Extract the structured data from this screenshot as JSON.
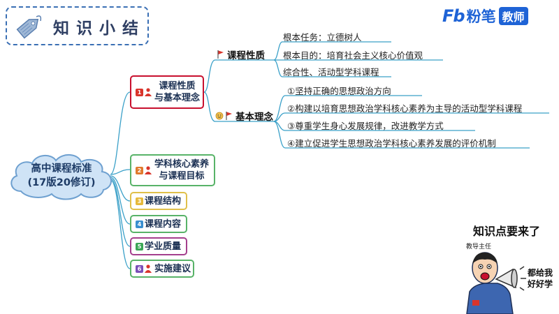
{
  "header": {
    "title": "知识小结"
  },
  "logo": {
    "mark": "Fb",
    "name": "粉笔",
    "badge": "教师"
  },
  "root": {
    "line1": "高中课程标准",
    "line2": "(17版20修订)"
  },
  "branches": [
    {
      "num": "1",
      "label_line1": "课程性质",
      "label_line2": "与基本理念",
      "color": "#d9342b"
    },
    {
      "num": "2",
      "label_line1": "学科核心素养",
      "label_line2": "与课程目标",
      "color": "#e07a2e"
    },
    {
      "num": "3",
      "label": "课程结构",
      "color": "#e6b93a"
    },
    {
      "num": "4",
      "label": "课程内容",
      "color": "#3a8fd0"
    },
    {
      "num": "5",
      "label": "学业质量",
      "color": "#3aa655"
    },
    {
      "num": "6",
      "label": "实施建议",
      "color": "#7a4fb8"
    }
  ],
  "nature": {
    "label": "课程性质",
    "items": [
      "根本任务：立德树人",
      "根本目的：培育社会主义核心价值观",
      "综合性、活动型学科课程"
    ]
  },
  "concept": {
    "label": "基本理念",
    "items": [
      "①坚持正确的思想政治方向",
      "②构建以培育思想政治学科核心素养为主导的活动型学科课程",
      "③尊重学生身心发展规律，改进教学方式",
      "④建立促进学生思想政治学科核心素养发展的评价机制"
    ]
  },
  "mascot": {
    "shout": "知识点要来了",
    "role": "教导主任",
    "call": "都给我好好学"
  },
  "colors": {
    "line": "#3aa0c8",
    "border_green": "#58b368",
    "border_red": "#c8102e",
    "border_yellow": "#e0c04a",
    "border_purple": "#a43f8d"
  }
}
